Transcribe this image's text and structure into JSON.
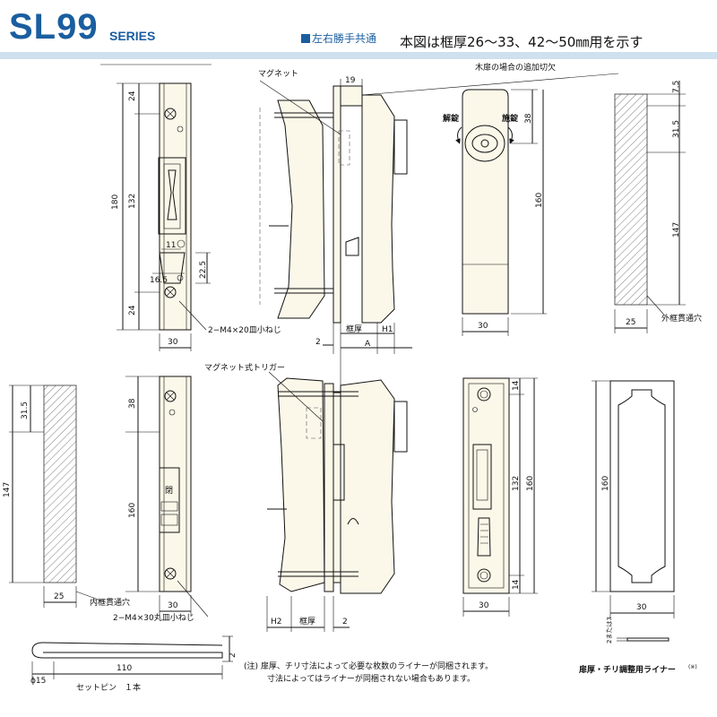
{
  "header": {
    "title": "SL99",
    "series": "SERIES",
    "subtitle": "左右勝手共通",
    "note": "本図は框厚26～33、42～50㎜用を示す"
  },
  "colors": {
    "brand": "#1a5e9f",
    "part_fill": "#fbf7e9",
    "band": "#cfe0ef"
  },
  "labels": {
    "magnet": "マグネット",
    "wood_extra": "木扉の場合の追加切欠",
    "unlock": "解錠",
    "lock": "施錠",
    "outer_hole": "外框貫通穴",
    "screw1": "2−M4×20皿小ねじ",
    "frame": "框厚",
    "h1": "H1",
    "a": "A",
    "magnet_trigger": "マグネット式トリガー",
    "closed": "閉",
    "inner_hole": "内框貫通穴",
    "screw2": "2−M4×30丸皿小ねじ",
    "h2": "H2",
    "frame2": "框厚",
    "pin": "セットピン　１本",
    "liner": "扉厚・チリ調整用ライナー",
    "liner_note": "(※)",
    "liner_thick": "2または3",
    "note1": "(注) 扉厚、チリ寸法によって必要な枚数のライナーが同梱されます。",
    "note2": "寸法によってはライナーが同梱されない場合もあります。"
  },
  "dims": {
    "d24a": "24",
    "d180": "180",
    "d132": "132",
    "d24b": "24",
    "d11": "11",
    "d22_5": "22.5",
    "d16_5": "16.5",
    "d30a": "30",
    "d19": "19",
    "d2a": "2",
    "d38a": "38",
    "d160a": "160",
    "d30b": "30",
    "d7_5": "7.5",
    "d31_5a": "31.5",
    "d147a": "147",
    "d25a": "25",
    "d31_5b": "31.5",
    "d147b": "147",
    "d25b": "25",
    "d38b": "38",
    "d160b": "160",
    "d30c": "30",
    "d2b": "2",
    "d14a": "14",
    "d132b": "132",
    "d160c": "160",
    "d14b": "14",
    "d30d": "30",
    "d160d": "160",
    "d30e": "30",
    "d2c": "2",
    "d15": "ϕ15",
    "d110": "110"
  }
}
